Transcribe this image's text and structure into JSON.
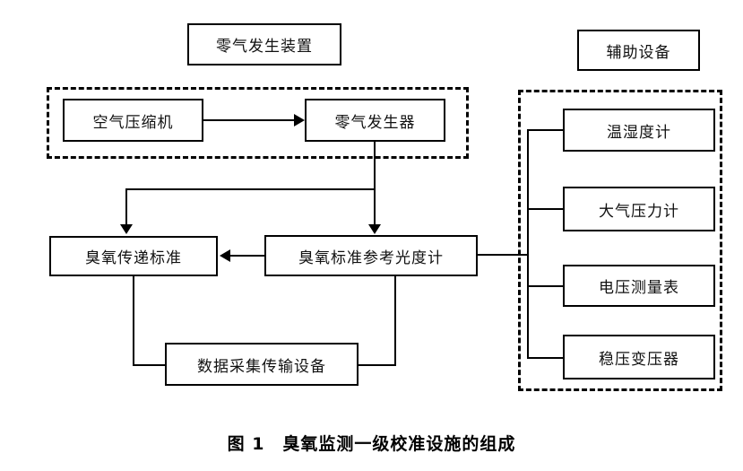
{
  "figure": {
    "caption": "图 1　臭氧监测一级校准设施的组成"
  },
  "groups": {
    "zero_air": {
      "title": "零气发生装置",
      "boxes": [
        {
          "label": "空气压缩机",
          "name": "air-compressor-box"
        },
        {
          "label": "零气发生器",
          "name": "zero-air-generator-box"
        }
      ]
    },
    "auxiliary": {
      "title": "辅助设备",
      "boxes": [
        {
          "label": "温湿度计",
          "name": "thermo-hygrometer-box"
        },
        {
          "label": "大气压力计",
          "name": "barometer-box"
        },
        {
          "label": "电压测量表",
          "name": "voltmeter-box"
        },
        {
          "label": "稳压变压器",
          "name": "voltage-stabilizer-box"
        }
      ]
    }
  },
  "core": {
    "transfer_standard": "臭氧传递标准",
    "reference_photometer": "臭氧标准参考光度计",
    "data_acquisition": "数据采集传输设备"
  }
}
